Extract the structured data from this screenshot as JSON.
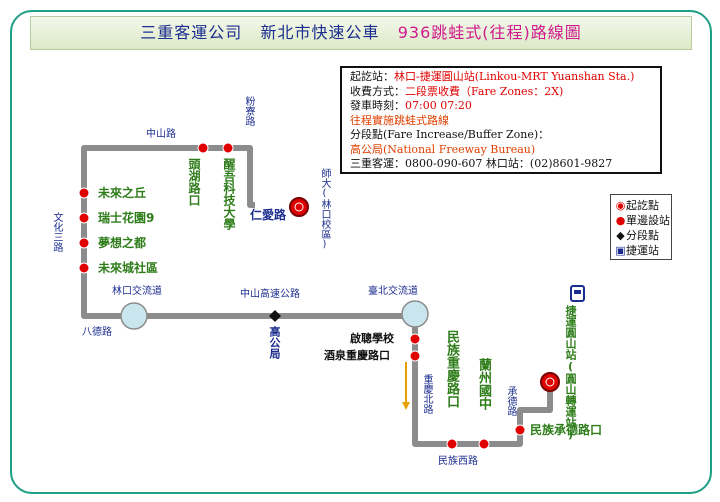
{
  "header": {
    "company": "三重客運公司",
    "service": "新北市快速公車",
    "route_num": "936",
    "route_name": "跳蛙式(往程)路線圖"
  },
  "info": {
    "start_label": "起訖站：",
    "start_value": "林口-捷運圓山站(Linkou-MRT Yuanshan Sta.)",
    "fare_label": "收費方式：",
    "fare_value": "二段票收費（Fare Zones：2X)",
    "time_label": "發車時刻：",
    "time_value": "07:00 07:20",
    "jump_line": "往程實施跳蛙式路線",
    "section_label": "分段點(Fare Increase/Buffer Zone)：",
    "section_value": "高公局(National Freeway Bureau)",
    "phone_line": "三重客運：0800-090-607 林口站：(02)8601-9827"
  },
  "legend": {
    "items": [
      {
        "symbol": "◉",
        "label": "起訖點",
        "color": "#e00000"
      },
      {
        "symbol": "●",
        "label": "單邊設站",
        "color": "#e00000"
      },
      {
        "symbol": "◆",
        "label": "分段點",
        "color": "#111111"
      },
      {
        "symbol": "▣",
        "label": "捷運站",
        "color": "#1b2d8f"
      }
    ]
  },
  "roads": {
    "zhongshan": "中山路",
    "fenliao": "粉寮路",
    "renai": "仁愛路",
    "wenhua3": "文化三路",
    "bade": "八德路",
    "zhongshan_hwy": "中山高速公路",
    "chongqing_n": "重慶北路",
    "minzu_w": "民族西路",
    "chengde": "承德路"
  },
  "interchanges": {
    "linkou": "林口交流道",
    "taipei": "臺北交流道"
  },
  "stops": {
    "start": "師大(林口校區)",
    "xingwu": "醒吾科技大學",
    "toufu": "頭湖路口",
    "weilai": "未來之丘",
    "ruishi": "瑞士花園9",
    "mengxiang": "夢想之都",
    "weilaicheng": "未來城社區",
    "gaogongju": "高公局",
    "qiting": "啟聰學校",
    "jiuquan": "酒泉重慶路口",
    "minzu_chongqing": "民族重慶路口",
    "lanzhou": "蘭州國中",
    "minzu_chengde": "民族承德路口",
    "end": "捷運圓山站(圓山轉運站)"
  },
  "colors": {
    "route": "#8c8c8c",
    "red": "#e00000",
    "interchange": "#c9e6ef",
    "accent": "#1b2d8f",
    "stop_text": "#2e7d1a"
  }
}
